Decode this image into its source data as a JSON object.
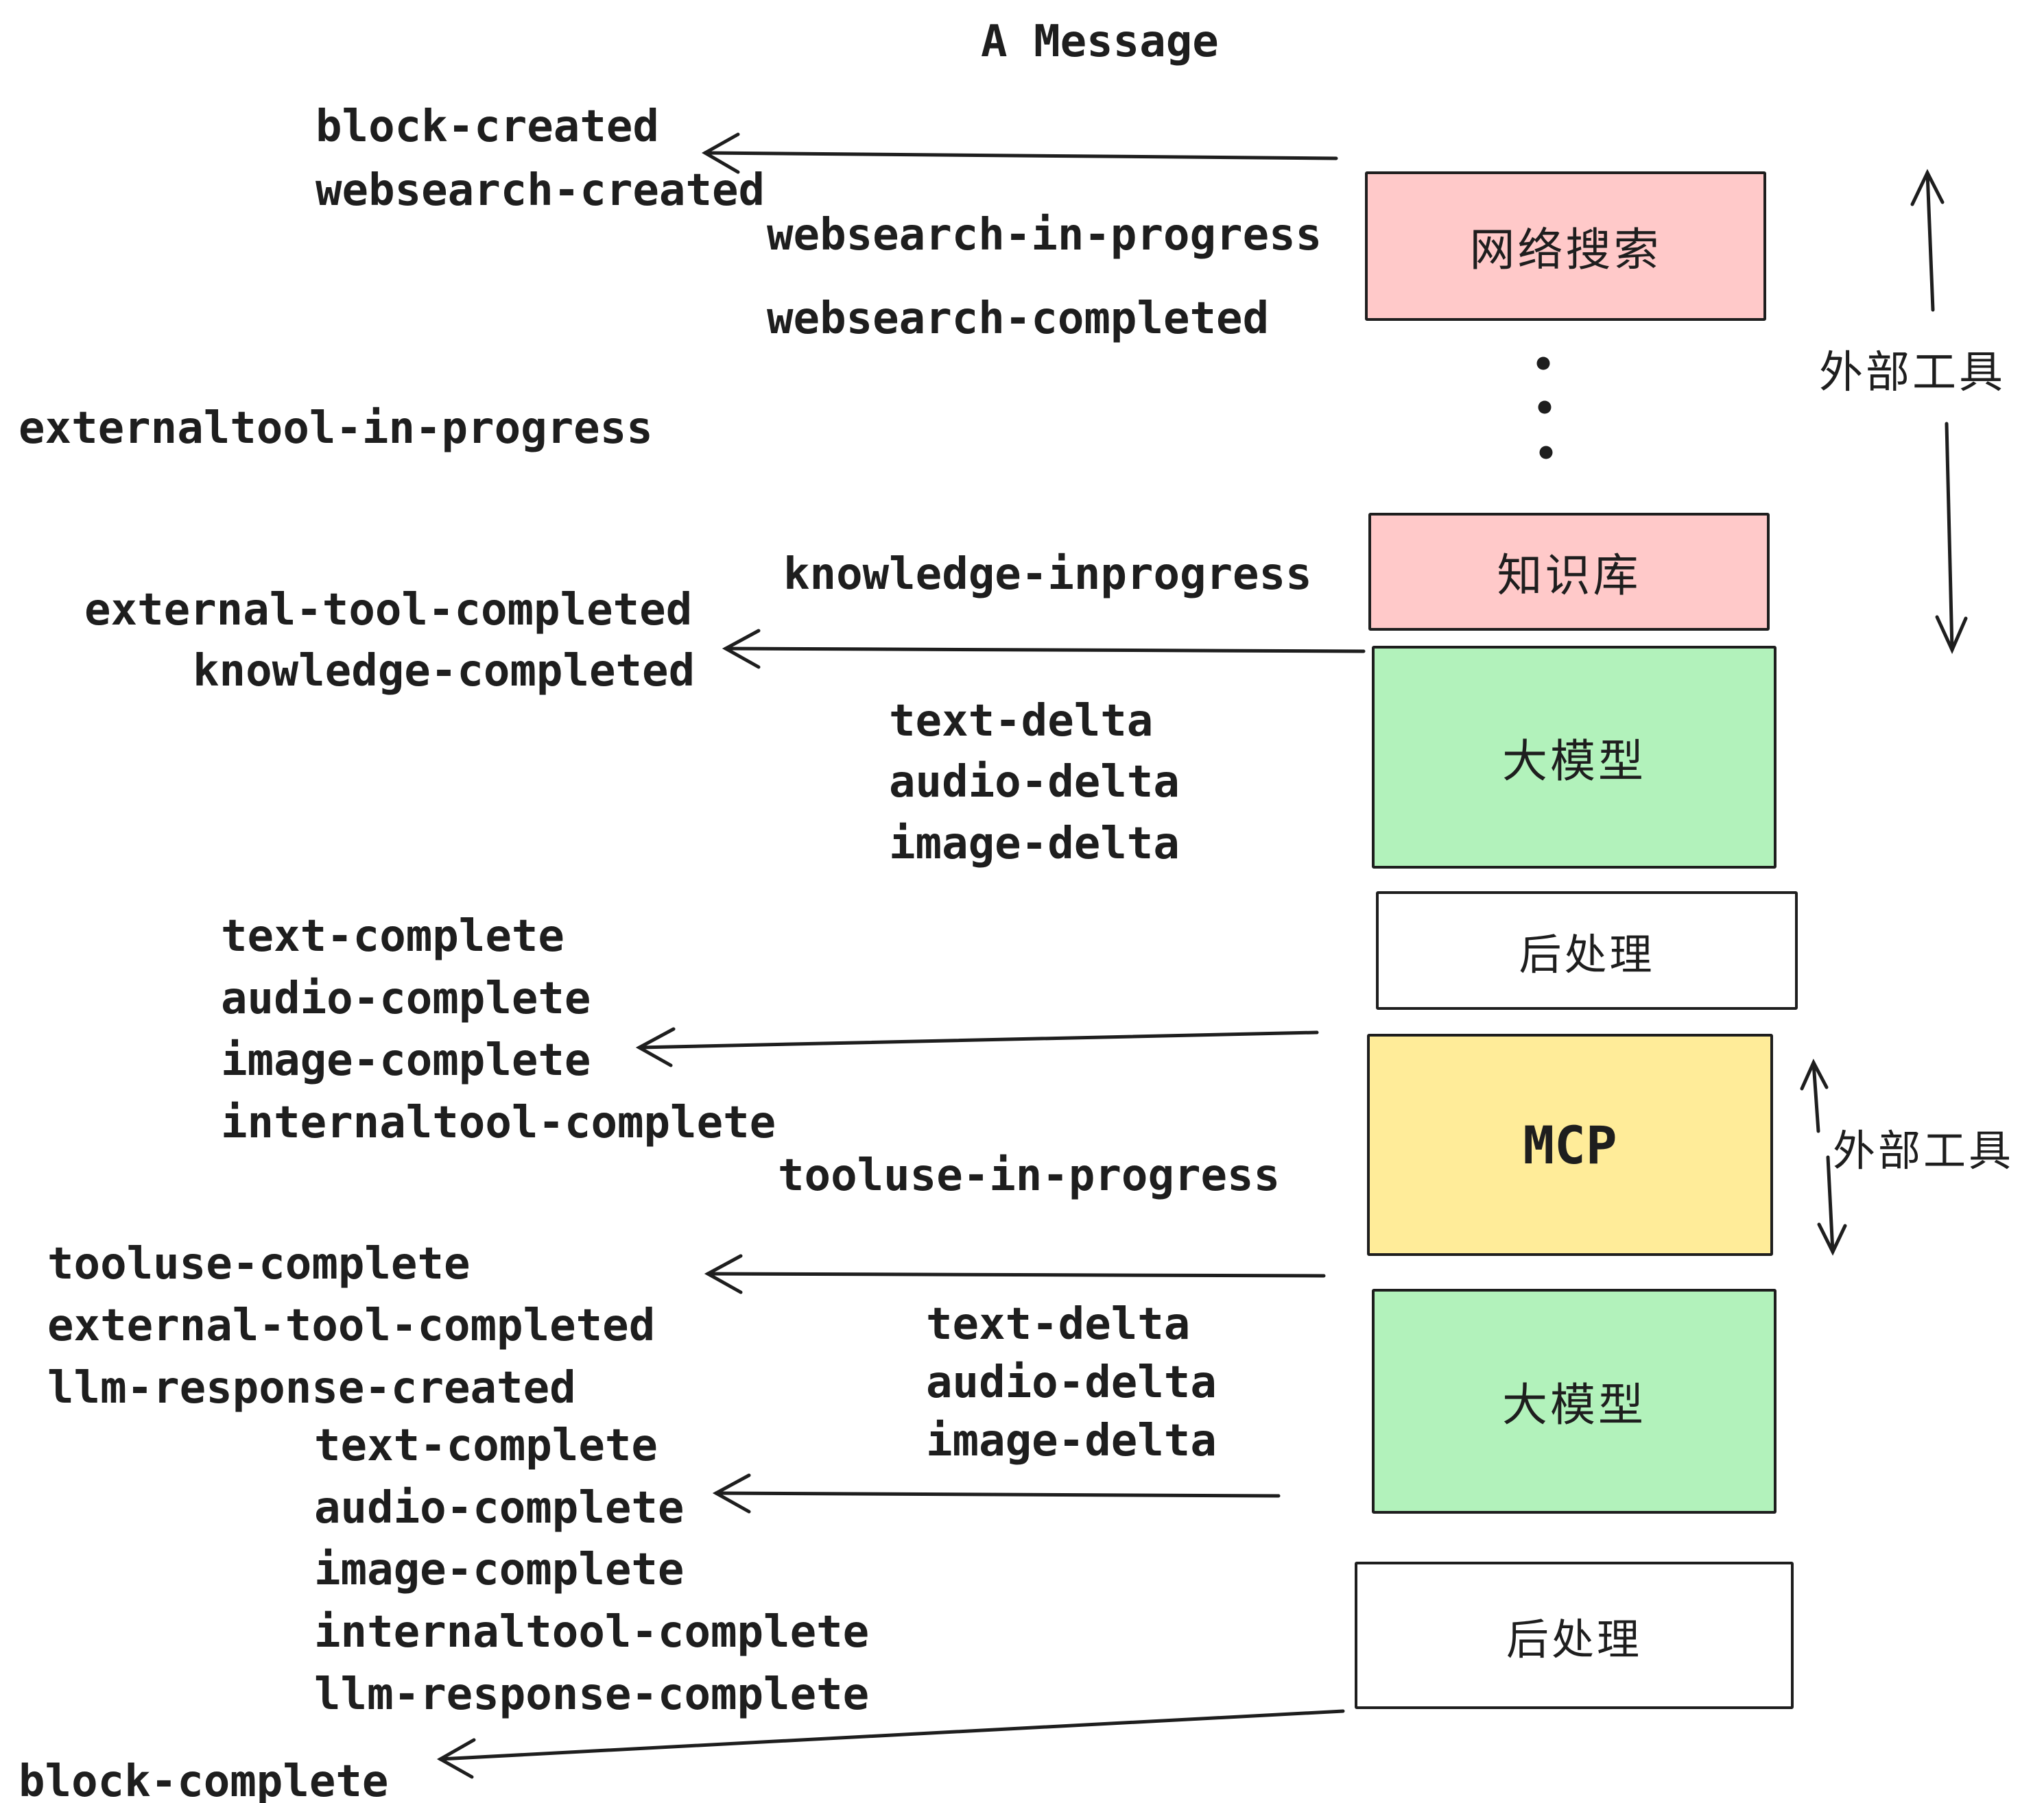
{
  "title": "A Message",
  "colors": {
    "stroke": "#1E1E1E",
    "external_tool_fill": "#FFC9C9",
    "llm_fill": "#B2F2BB",
    "mcp_fill": "#FFEC99",
    "post_fill": "#FFFFFF"
  },
  "boxes": [
    {
      "id": "websearch",
      "label": "网络搜索",
      "fill": "#FFC9C9"
    },
    {
      "id": "knowledge",
      "label": "知识库",
      "fill": "#FFC9C9"
    },
    {
      "id": "llm-1",
      "label": "大模型",
      "fill": "#B2F2BB"
    },
    {
      "id": "post-1",
      "label": "后处理",
      "fill": "#FFFFFF"
    },
    {
      "id": "mcp",
      "label": "MCP",
      "fill": "#FFEC99"
    },
    {
      "id": "llm-2",
      "label": "大模型",
      "fill": "#B2F2BB"
    },
    {
      "id": "post-2",
      "label": "后处理",
      "fill": "#FFFFFF"
    }
  ],
  "side_labels": [
    {
      "text": "外部工具"
    },
    {
      "text": "外部工具"
    }
  ],
  "events": [
    {
      "text": "block-created"
    },
    {
      "text": "websearch-created"
    },
    {
      "text": "websearch-in-progress"
    },
    {
      "text": "websearch-completed"
    },
    {
      "text": "externaltool-in-progress"
    },
    {
      "text": "knowledge-inprogress"
    },
    {
      "text": "external-tool-completed"
    },
    {
      "text": "knowledge-completed"
    },
    {
      "text": "text-delta"
    },
    {
      "text": "audio-delta"
    },
    {
      "text": "image-delta"
    },
    {
      "text": "text-complete"
    },
    {
      "text": "audio-complete"
    },
    {
      "text": "image-complete"
    },
    {
      "text": "internaltool-complete"
    },
    {
      "text": "tooluse-in-progress"
    },
    {
      "text": "tooluse-complete"
    },
    {
      "text": "external-tool-completed"
    },
    {
      "text": "llm-response-created"
    },
    {
      "text": "text-delta"
    },
    {
      "text": "audio-delta"
    },
    {
      "text": "image-delta"
    },
    {
      "text": "text-complete"
    },
    {
      "text": "audio-complete"
    },
    {
      "text": "image-complete"
    },
    {
      "text": "internaltool-complete"
    },
    {
      "text": "llm-response-complete"
    },
    {
      "text": "block-complete"
    }
  ]
}
